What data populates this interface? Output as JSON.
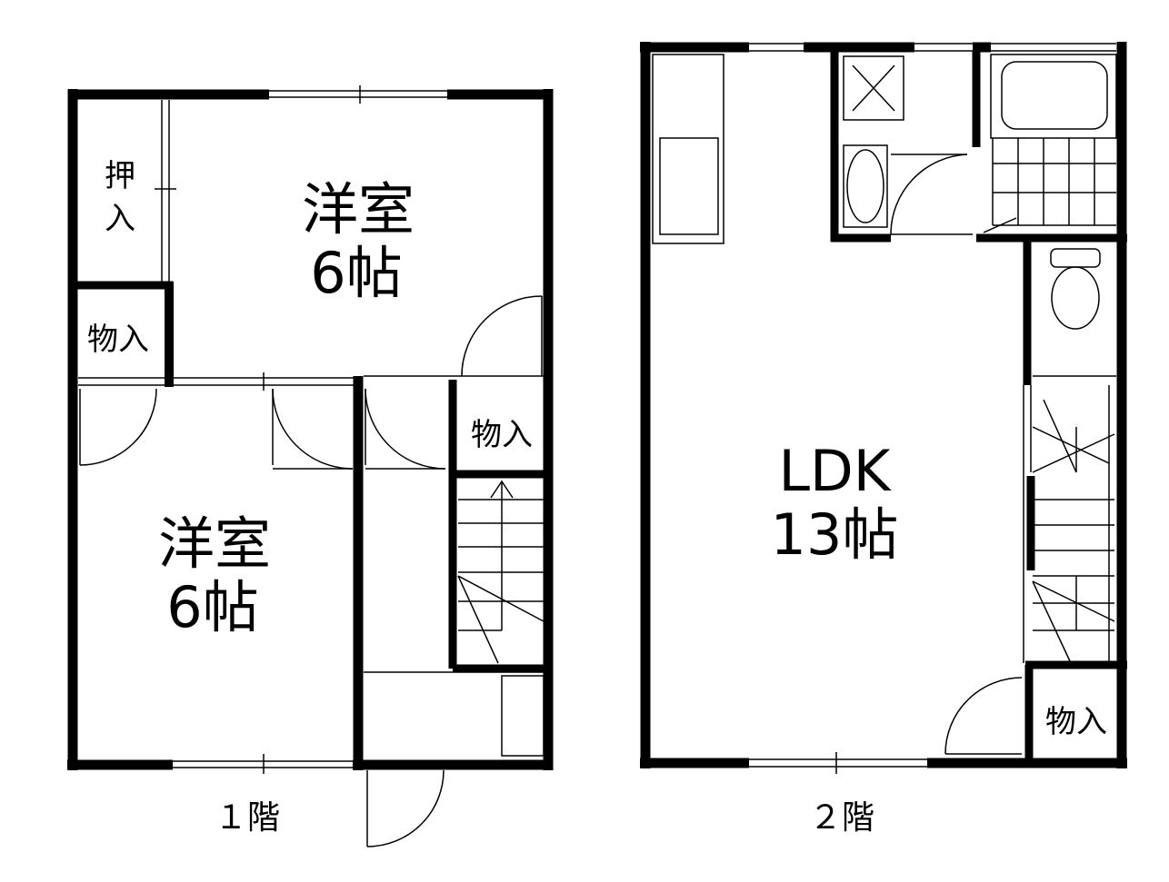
{
  "floor1": {
    "label": "１階",
    "room_top": {
      "name": "洋室",
      "size": "6帖"
    },
    "room_bottom": {
      "name": "洋室",
      "size": "6帖"
    },
    "oshiire": {
      "line1": "押",
      "line2": "入"
    },
    "storage_left": "物入",
    "storage_right": "物入"
  },
  "floor2": {
    "label": "２階",
    "ldk": {
      "name": "LDK",
      "size": "13帖"
    },
    "storage": "物入"
  }
}
